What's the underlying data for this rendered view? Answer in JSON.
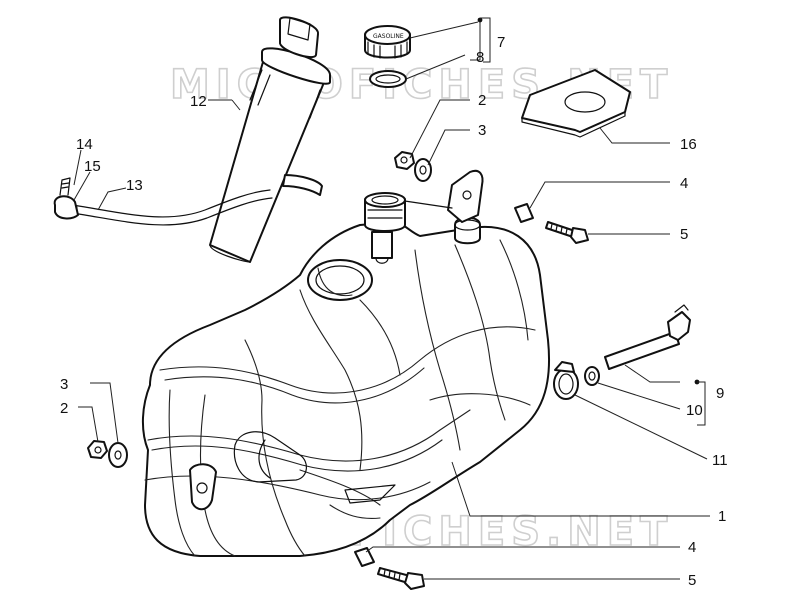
{
  "watermark": "MICROFICHES.NET",
  "cap_text": "GASOLINE",
  "callouts": {
    "c1": "1",
    "c2_top": "2",
    "c2_left": "2",
    "c3_top": "3",
    "c3_left": "3",
    "c4_top": "4",
    "c4_bottom": "4",
    "c5_top": "5",
    "c5_bottom": "5",
    "c7": "7",
    "c8": "8",
    "c9": "9",
    "c10": "10",
    "c11": "11",
    "c12": "12",
    "c13": "13",
    "c14": "14",
    "c15": "15",
    "c16": "16"
  }
}
